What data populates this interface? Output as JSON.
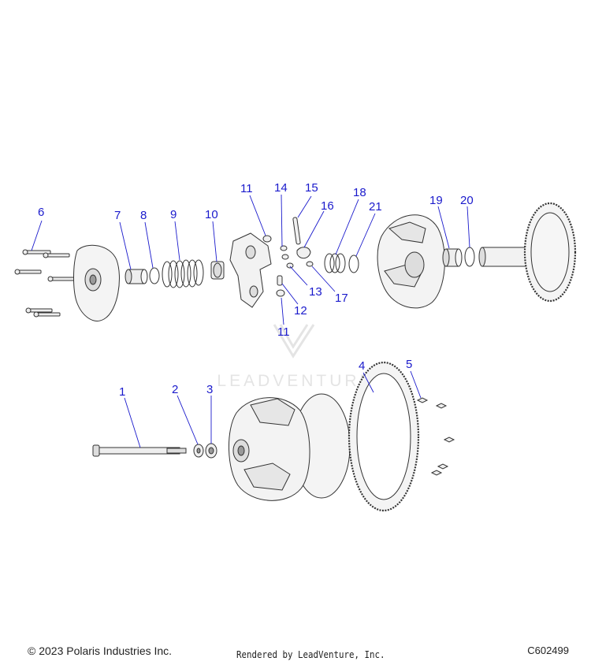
{
  "watermark_text": "LEADVENTURE",
  "callouts": {
    "c1": "1",
    "c2": "2",
    "c3": "3",
    "c4": "4",
    "c5": "5",
    "c6": "6",
    "c7": "7",
    "c8": "8",
    "c9": "9",
    "c10": "10",
    "c11a": "11",
    "c11b": "11",
    "c12": "12",
    "c13": "13",
    "c14": "14",
    "c15": "15",
    "c16": "16",
    "c17": "17",
    "c18": "18",
    "c19": "19",
    "c20": "20",
    "c21": "21"
  },
  "footer": {
    "copyright": "© 2023 Polaris Industries Inc.",
    "rendered_by": "Rendered by LeadVenture, Inc.",
    "diagram_id": "C602499"
  },
  "colors": {
    "callout": "#1a1acc",
    "part_fill": "#f2f2f2",
    "part_stroke": "#333333",
    "watermark": "#cfcfcf"
  }
}
